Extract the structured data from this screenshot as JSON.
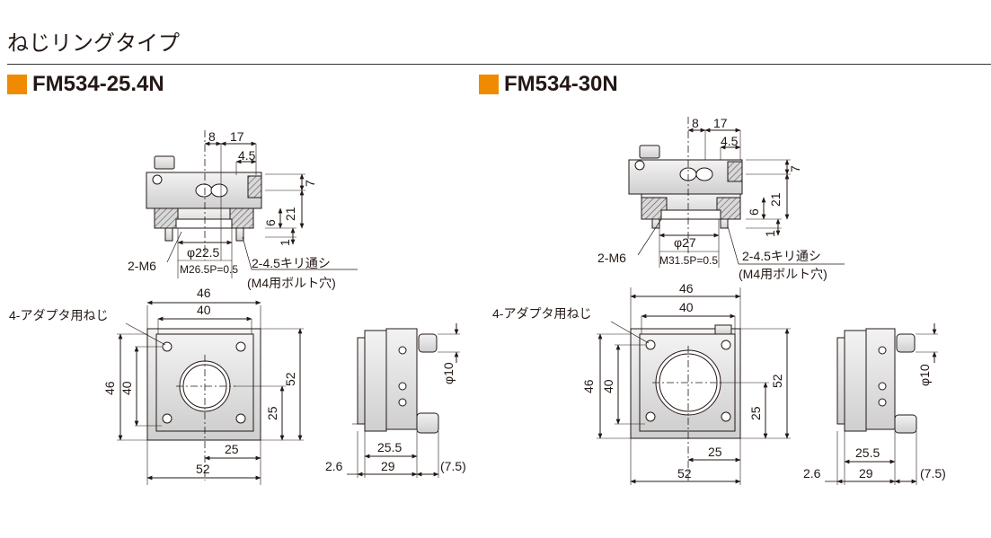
{
  "heading": "ねじリングタイプ",
  "accent_color": "#f08a00",
  "models": [
    {
      "name": "FM534-25.4N",
      "dims": {
        "d8": "8",
        "d17": "17",
        "d45": "4.5",
        "d7": "7",
        "d21": "21",
        "d6": "6",
        "d1": "1"
      },
      "bore": "φ22.5",
      "thread": "M26.5P=0.5",
      "m6": "2-M6",
      "hole": "2-4.5キリ通シ",
      "hole_note": "(M4用ボルト穴)",
      "adapter": "4-アダプタ用ねじ",
      "front": {
        "w46": "46",
        "w40": "40",
        "h46": "46",
        "h40": "40",
        "h52": "52",
        "h25": "25",
        "b25": "25",
        "b52": "52"
      },
      "side": {
        "phi10": "φ10",
        "d255": "25.5",
        "d26": "2.6",
        "d29": "29",
        "d75": "(7.5)"
      }
    },
    {
      "name": "FM534-30N",
      "dims": {
        "d8": "8",
        "d17": "17",
        "d45": "4.5",
        "d7": "7",
        "d21": "21",
        "d6": "6",
        "d1": "1"
      },
      "bore": "φ27",
      "thread": "M31.5P=0.5",
      "m6": "2-M6",
      "hole": "2-4.5キリ通シ",
      "hole_note": "(M4用ボルト穴)",
      "adapter": "4-アダプタ用ねじ",
      "front": {
        "w46": "46",
        "w40": "40",
        "h46": "46",
        "h40": "40",
        "h52": "52",
        "h25": "25",
        "b25": "25",
        "b52": "52"
      },
      "side": {
        "phi10": "φ10",
        "d255": "25.5",
        "d26": "2.6",
        "d29": "29",
        "d75": "(7.5)"
      }
    }
  ]
}
